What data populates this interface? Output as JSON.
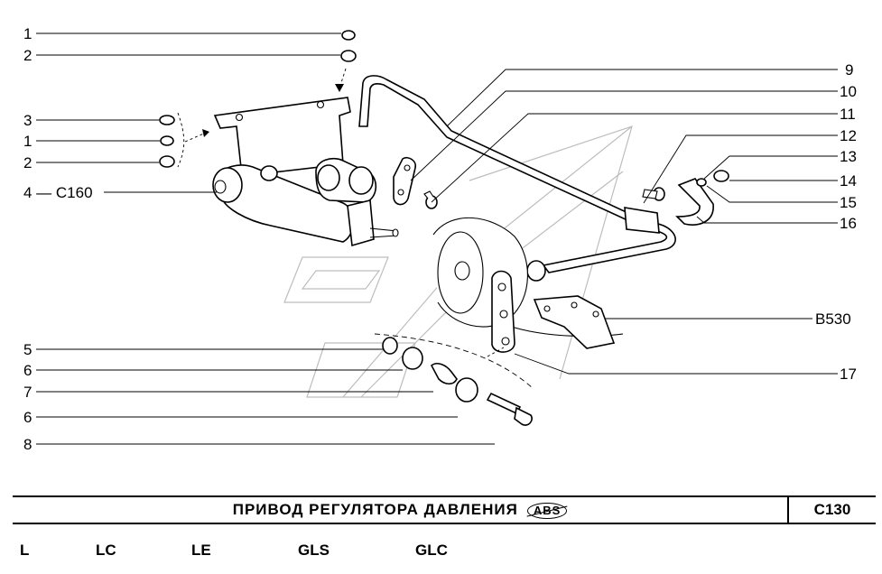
{
  "callouts": [
    {
      "id": "c1a",
      "text": "1"
    },
    {
      "id": "c2a",
      "text": "2"
    },
    {
      "id": "c3",
      "text": "3"
    },
    {
      "id": "c1b",
      "text": "1"
    },
    {
      "id": "c2b",
      "text": "2"
    },
    {
      "id": "c4",
      "text": "4 — C160"
    },
    {
      "id": "c5",
      "text": "5"
    },
    {
      "id": "c6a",
      "text": "6"
    },
    {
      "id": "c7",
      "text": "7"
    },
    {
      "id": "c6b",
      "text": "6"
    },
    {
      "id": "c8",
      "text": "8"
    },
    {
      "id": "c9",
      "text": "9"
    },
    {
      "id": "c10",
      "text": "10"
    },
    {
      "id": "c11",
      "text": "11"
    },
    {
      "id": "c12",
      "text": "12"
    },
    {
      "id": "c13",
      "text": "13"
    },
    {
      "id": "c14",
      "text": "14"
    },
    {
      "id": "c15",
      "text": "15"
    },
    {
      "id": "c16",
      "text": "16"
    },
    {
      "id": "cb530",
      "text": "B530"
    },
    {
      "id": "c17",
      "text": "17"
    }
  ],
  "title_block": {
    "title": "ПРИВОД   РЕГУЛЯТОРА   ДАВЛЕНИЯ",
    "badge": "ABS",
    "code": "C130"
  },
  "variants": [
    "L",
    "LC",
    "LE",
    "GLS",
    "GLC"
  ]
}
